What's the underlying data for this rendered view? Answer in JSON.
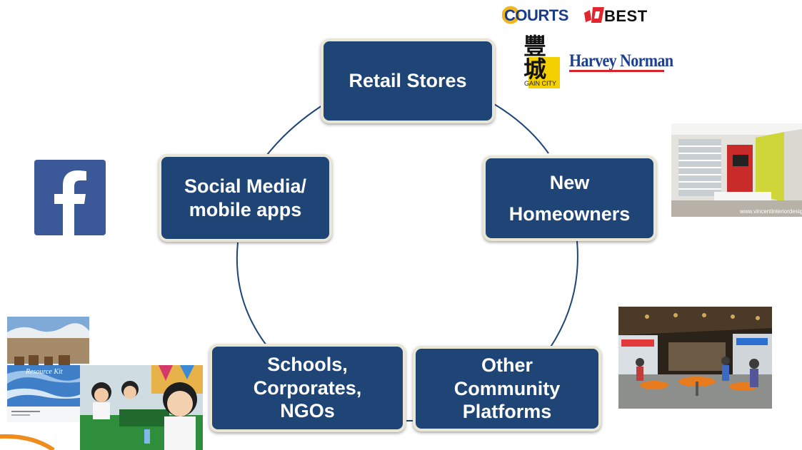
{
  "nodes": {
    "retail": {
      "line1": "Retail Stores"
    },
    "homeowners": {
      "line1": "New",
      "line2": "Homeowners"
    },
    "community": {
      "line1": "Other",
      "line2": "Community",
      "line3": "Platforms"
    },
    "schools": {
      "line1": "Schools,",
      "line2": "Corporates,",
      "line3": "NGOs"
    },
    "social": {
      "line1": "Social Media/",
      "line2": "mobile apps"
    }
  },
  "logos": {
    "courts": "COURTS",
    "best": "BEST",
    "gaincity_cn": "豐城",
    "gaincity": "GAIN CITY",
    "harvey": "Harvey Norman"
  },
  "images": {
    "interior_caption": "www.vincentinteriordesign.com",
    "resource_kit_title": "Resource Kit"
  },
  "colors": {
    "node_fill": "#1f4577",
    "node_border": "#e9e6d6",
    "courts_blue": "#1a3a8c",
    "best_red": "#e3262d",
    "harvey_blue": "#1d3f8f",
    "harvey_red": "#d8232a",
    "facebook_blue": "#3b5998"
  }
}
